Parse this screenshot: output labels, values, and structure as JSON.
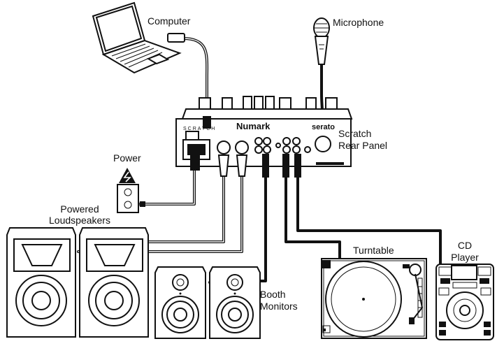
{
  "labels": {
    "computer": "Computer",
    "microphone": "Microphone",
    "scratch_rear_panel_1": "Scratch",
    "scratch_rear_panel_2": "Rear Panel",
    "power": "Power",
    "powered_loudspeakers_1": "Powered",
    "powered_loudspeakers_2": "Loudspeakers",
    "turntable": "Turntable",
    "cd_player_1": "CD",
    "cd_player_2": "Player",
    "booth_monitors_1": "Booth",
    "booth_monitors_2": "Monitors"
  },
  "mixer": {
    "brand": "Numark",
    "panel_left_text": "SCRATCH",
    "panel_right_text": "serato"
  }
}
